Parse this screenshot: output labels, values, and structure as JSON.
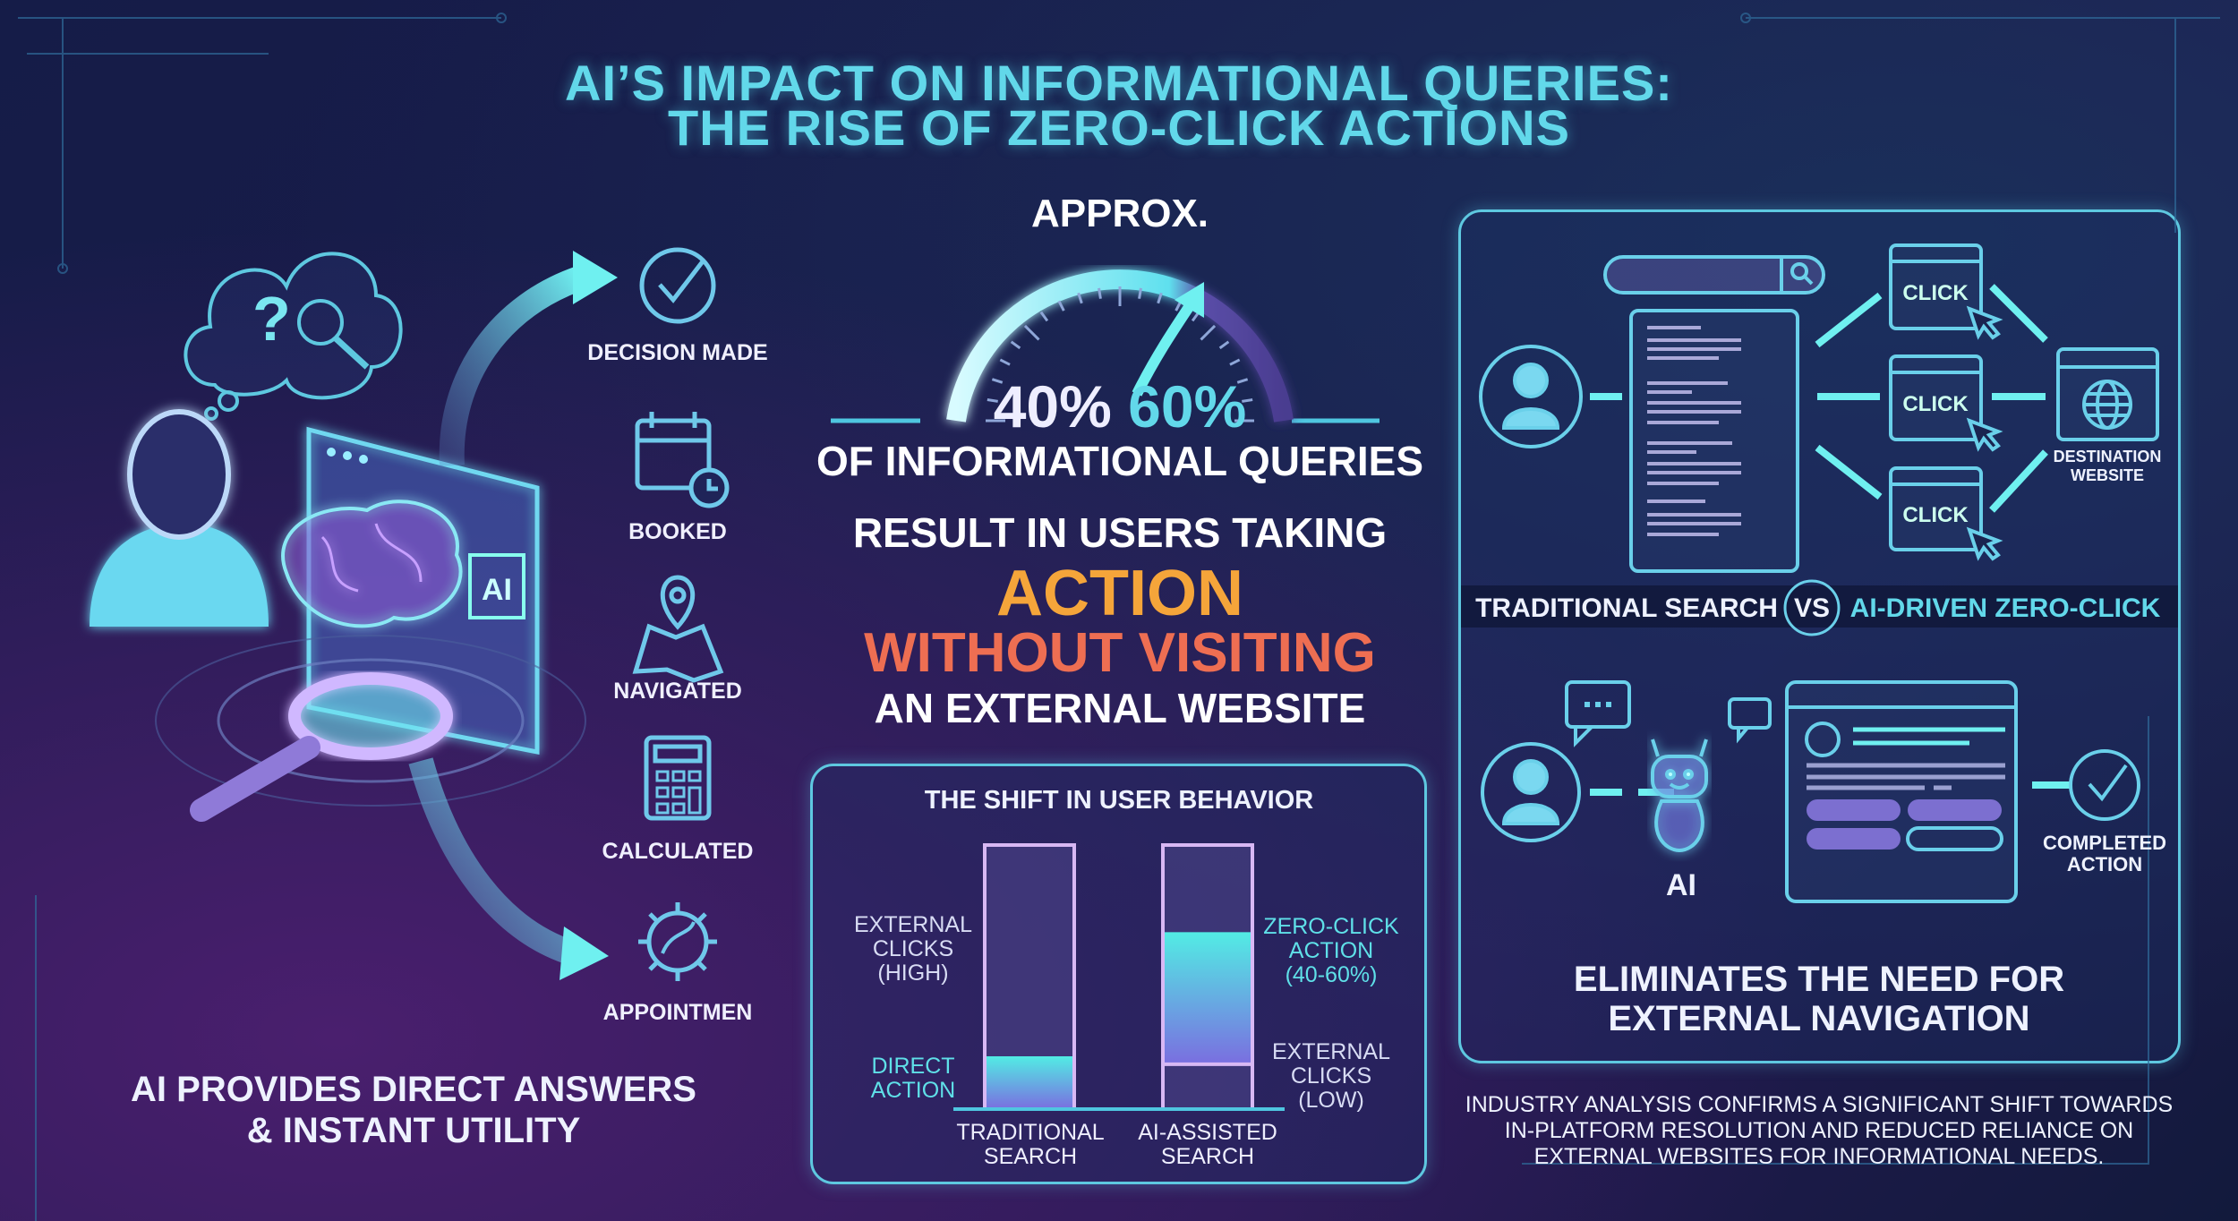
{
  "title": {
    "line1": "AI’S IMPACT ON INFORMATIONAL QUERIES:",
    "line2": "THE RISE OF ZERO-CLICK ACTIONS"
  },
  "left": {
    "outcomes": [
      {
        "label": "DECISION MADE",
        "icon": "check-circle-icon"
      },
      {
        "label": "BOOKED",
        "icon": "calendar-clock-icon"
      },
      {
        "label": "NAVIGATED",
        "icon": "map-pin-icon"
      },
      {
        "label": "CALCULATED",
        "icon": "calculator-icon"
      },
      {
        "label": "APPOINTMEN",
        "icon": "compass-hand-icon"
      }
    ],
    "screen_badge": "AI",
    "caption_line1": "AI PROVIDES DIRECT ANSWERS",
    "caption_line2": "& INSTANT UTILITY"
  },
  "center": {
    "approx": "APPROX.",
    "low_pct": "40%",
    "high_pct": "60%",
    "gauge_low": 40,
    "gauge_high": 60,
    "line1": "OF INFORMATIONAL QUERIES",
    "line2": "RESULT IN USERS TAKING",
    "line3": "ACTION",
    "line4": "WITHOUT VISITING",
    "line5": "AN EXTERNAL WEBSITE"
  },
  "chart_data": {
    "type": "bar",
    "title": "THE SHIFT IN USER BEHAVIOR",
    "categories": [
      "TRADITIONAL SEARCH",
      "AI-ASSISTED SEARCH"
    ],
    "category_lines": [
      [
        "TRADITIONAL",
        "SEARCH"
      ],
      [
        "AI-ASSISTED",
        "SEARCH"
      ]
    ],
    "series": [
      {
        "name": "Direct / Zero-click action",
        "values": [
          20,
          50
        ]
      },
      {
        "name": "External clicks (lower segment)",
        "values": [
          0,
          17
        ]
      }
    ],
    "ylim": [
      0,
      100
    ],
    "annotations": {
      "trad_upper": [
        "EXTERNAL",
        "CLICKS",
        "(HIGH)"
      ],
      "trad_lower": [
        "DIRECT",
        "ACTION"
      ],
      "ai_upper": [
        "ZERO-CLICK",
        "ACTION",
        "(40-60%)"
      ],
      "ai_lower": [
        "EXTERNAL",
        "CLICKS",
        "(LOW)"
      ]
    },
    "colors": {
      "fill": "#4fe6e4",
      "outline": "#d8b8f4"
    }
  },
  "right": {
    "click_labels": [
      "CLICK",
      "CLICK",
      "CLICK"
    ],
    "destination": [
      "DESTINATION",
      "WEBSITE"
    ],
    "vs_left": "TRADITIONAL SEARCH",
    "vs": "VS",
    "vs_right": "AI-DRIVEN ZERO-CLICK",
    "ai_label": "AI",
    "completed": [
      "COMPLETED",
      "ACTION"
    ],
    "headline_line1": "ELIMINATES THE NEED FOR",
    "headline_line2": "EXTERNAL NAVIGATION",
    "footer": [
      "INDUSTRY ANALYSIS CONFIRMS A SIGNIFICANT SHIFT TOWARDS",
      "IN-PLATFORM RESOLUTION AND REDUCED RELIANCE ON",
      "EXTERNAL WEBSITES FOR INFORMATIONAL NEEDS."
    ]
  },
  "colors": {
    "accent": "#62d8ea",
    "orange": "#f5a53a",
    "coral": "#ee6e52",
    "bg": "#161c48"
  }
}
